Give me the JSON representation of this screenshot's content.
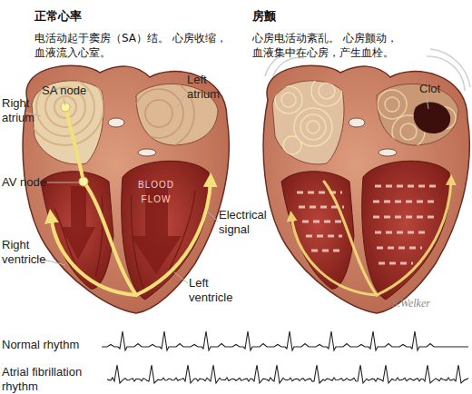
{
  "diagram": {
    "labels": [
      "正常心率",
      "电活动起于窦房（SA）结。 心房收缩，血液流入心室。",
      "房颤",
      "心房电活动紊乱。 心房颤动，血液集中在心房，产生血栓。",
      "Right atrium",
      "SA node",
      "Left atrium",
      "AV node",
      "BLOOD FLOW",
      "Electrical signal",
      "Right ventricle",
      "Left ventricle",
      "Clot",
      "S.Welker",
      "Normal rhythm",
      "Atrial fibrillation rhythm"
    ]
  }
}
